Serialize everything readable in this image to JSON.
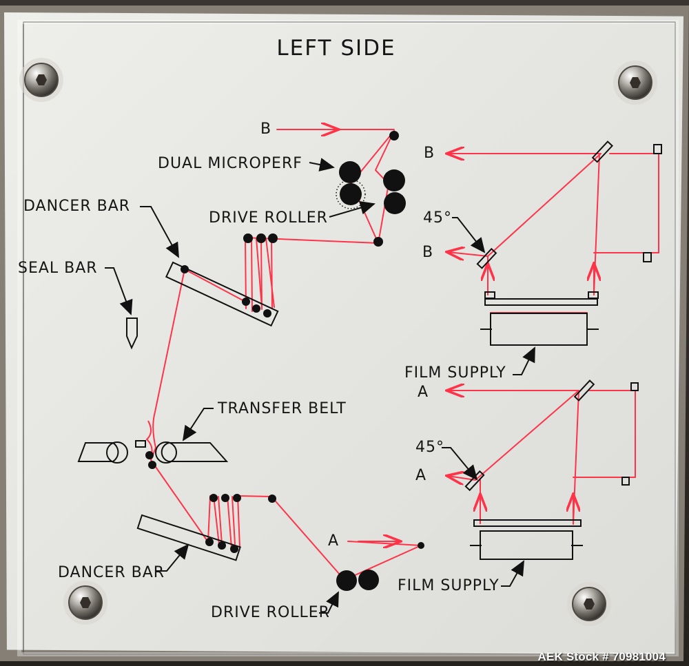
{
  "title": "LEFT SIDE",
  "labels": {
    "b_top": "B",
    "dual_microperf": "DUAL MICROPERF",
    "drive_roller_top": "DRIVE ROLLER",
    "dancer_bar_top": "DANCER BAR",
    "seal_bar": "SEAL BAR",
    "transfer_belt": "TRANSFER BELT",
    "dancer_bar_bottom": "DANCER BAR",
    "drive_roller_bottom": "DRIVE ROLLER",
    "a_bottom": "A",
    "b_right_top": "B",
    "angle_top": "45°",
    "b_right_mid": "B",
    "film_supply_top": "FILM SUPPLY",
    "a_right_top": "A",
    "angle_bottom": "45°",
    "a_right_mid": "A",
    "film_supply_bottom": "FILM SUPPLY"
  },
  "watermark": "AEK Stock # 70981004",
  "colors": {
    "film_path": "#ff3348",
    "ink": "#111111",
    "plate": "#e9e9e6"
  },
  "icons": {
    "screw": "hex-socket-screw-icon",
    "roller": "roller-circle-icon",
    "perforation": "microperf-roller-icon"
  }
}
